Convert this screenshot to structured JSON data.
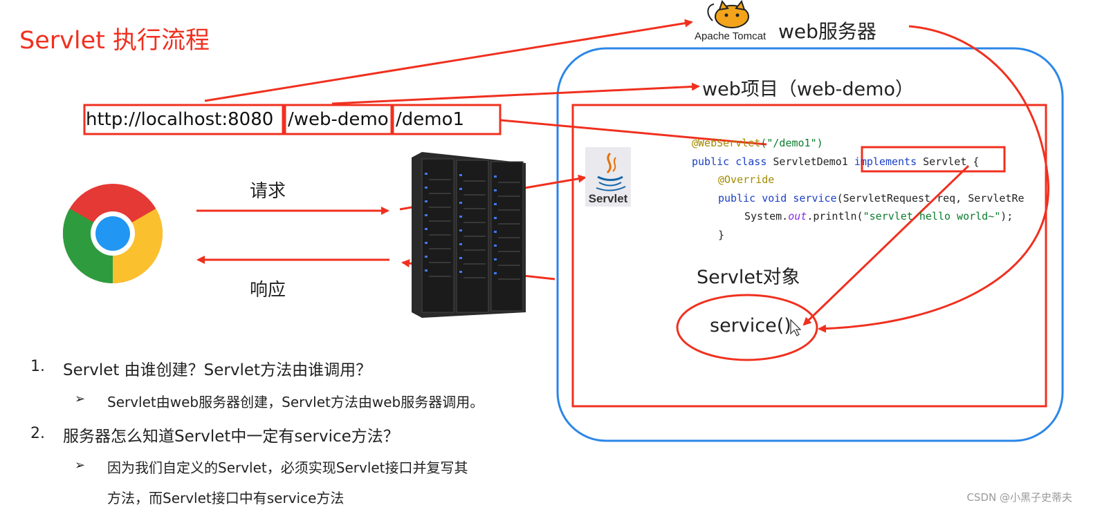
{
  "title": "Servlet 执行流程",
  "tomcat": {
    "logo_text": "Apache Tomcat",
    "server_label": "web服务器"
  },
  "project": {
    "label": "web项目（web-demo）"
  },
  "url": {
    "host": "http://localhost:8080",
    "project": "/web-demo",
    "resource": "/demo1"
  },
  "flow": {
    "request_label": "请求",
    "response_label": "响应"
  },
  "servlet_logo": {
    "label": "Servlet"
  },
  "code": {
    "line1_annotation": "@WebServlet",
    "line1_arg": "(\"/demo1\")",
    "line2_kw": "public class",
    "line2_name": " ServletDemo1 ",
    "line2_impl": "implements",
    "line2_iface": " Servlet {",
    "line3": "@Override",
    "line4_kw": "public void",
    "line4_method": " service",
    "line4_rest": "(ServletRequest req, ServletRe",
    "line5_a": "System.",
    "line5_out": "out",
    "line5_b": ".println(",
    "line5_str": "\"servlet hello world~\"",
    "line5_c": ");",
    "line6": "}"
  },
  "servlet_object_label": "Servlet对象",
  "service_call": "service()",
  "qa": [
    {
      "num": "1.",
      "question": "Servlet 由谁创建？Servlet方法由谁调用？",
      "answer": "Servlet由web服务器创建，Servlet方法由web服务器调用。"
    },
    {
      "num": "2.",
      "question": "服务器怎么知道Servlet中一定有service方法？",
      "answer_line1": "因为我们自定义的Servlet，必须实现Servlet接口并复写其",
      "answer_line2": "方法，而Servlet接口中有service方法"
    }
  ],
  "bullet_symbol": "➢",
  "watermark": "CSDN @小黑子史蒂夫",
  "colors": {
    "accent_red": "#f0301f",
    "box_blue": "#2a86e8"
  }
}
